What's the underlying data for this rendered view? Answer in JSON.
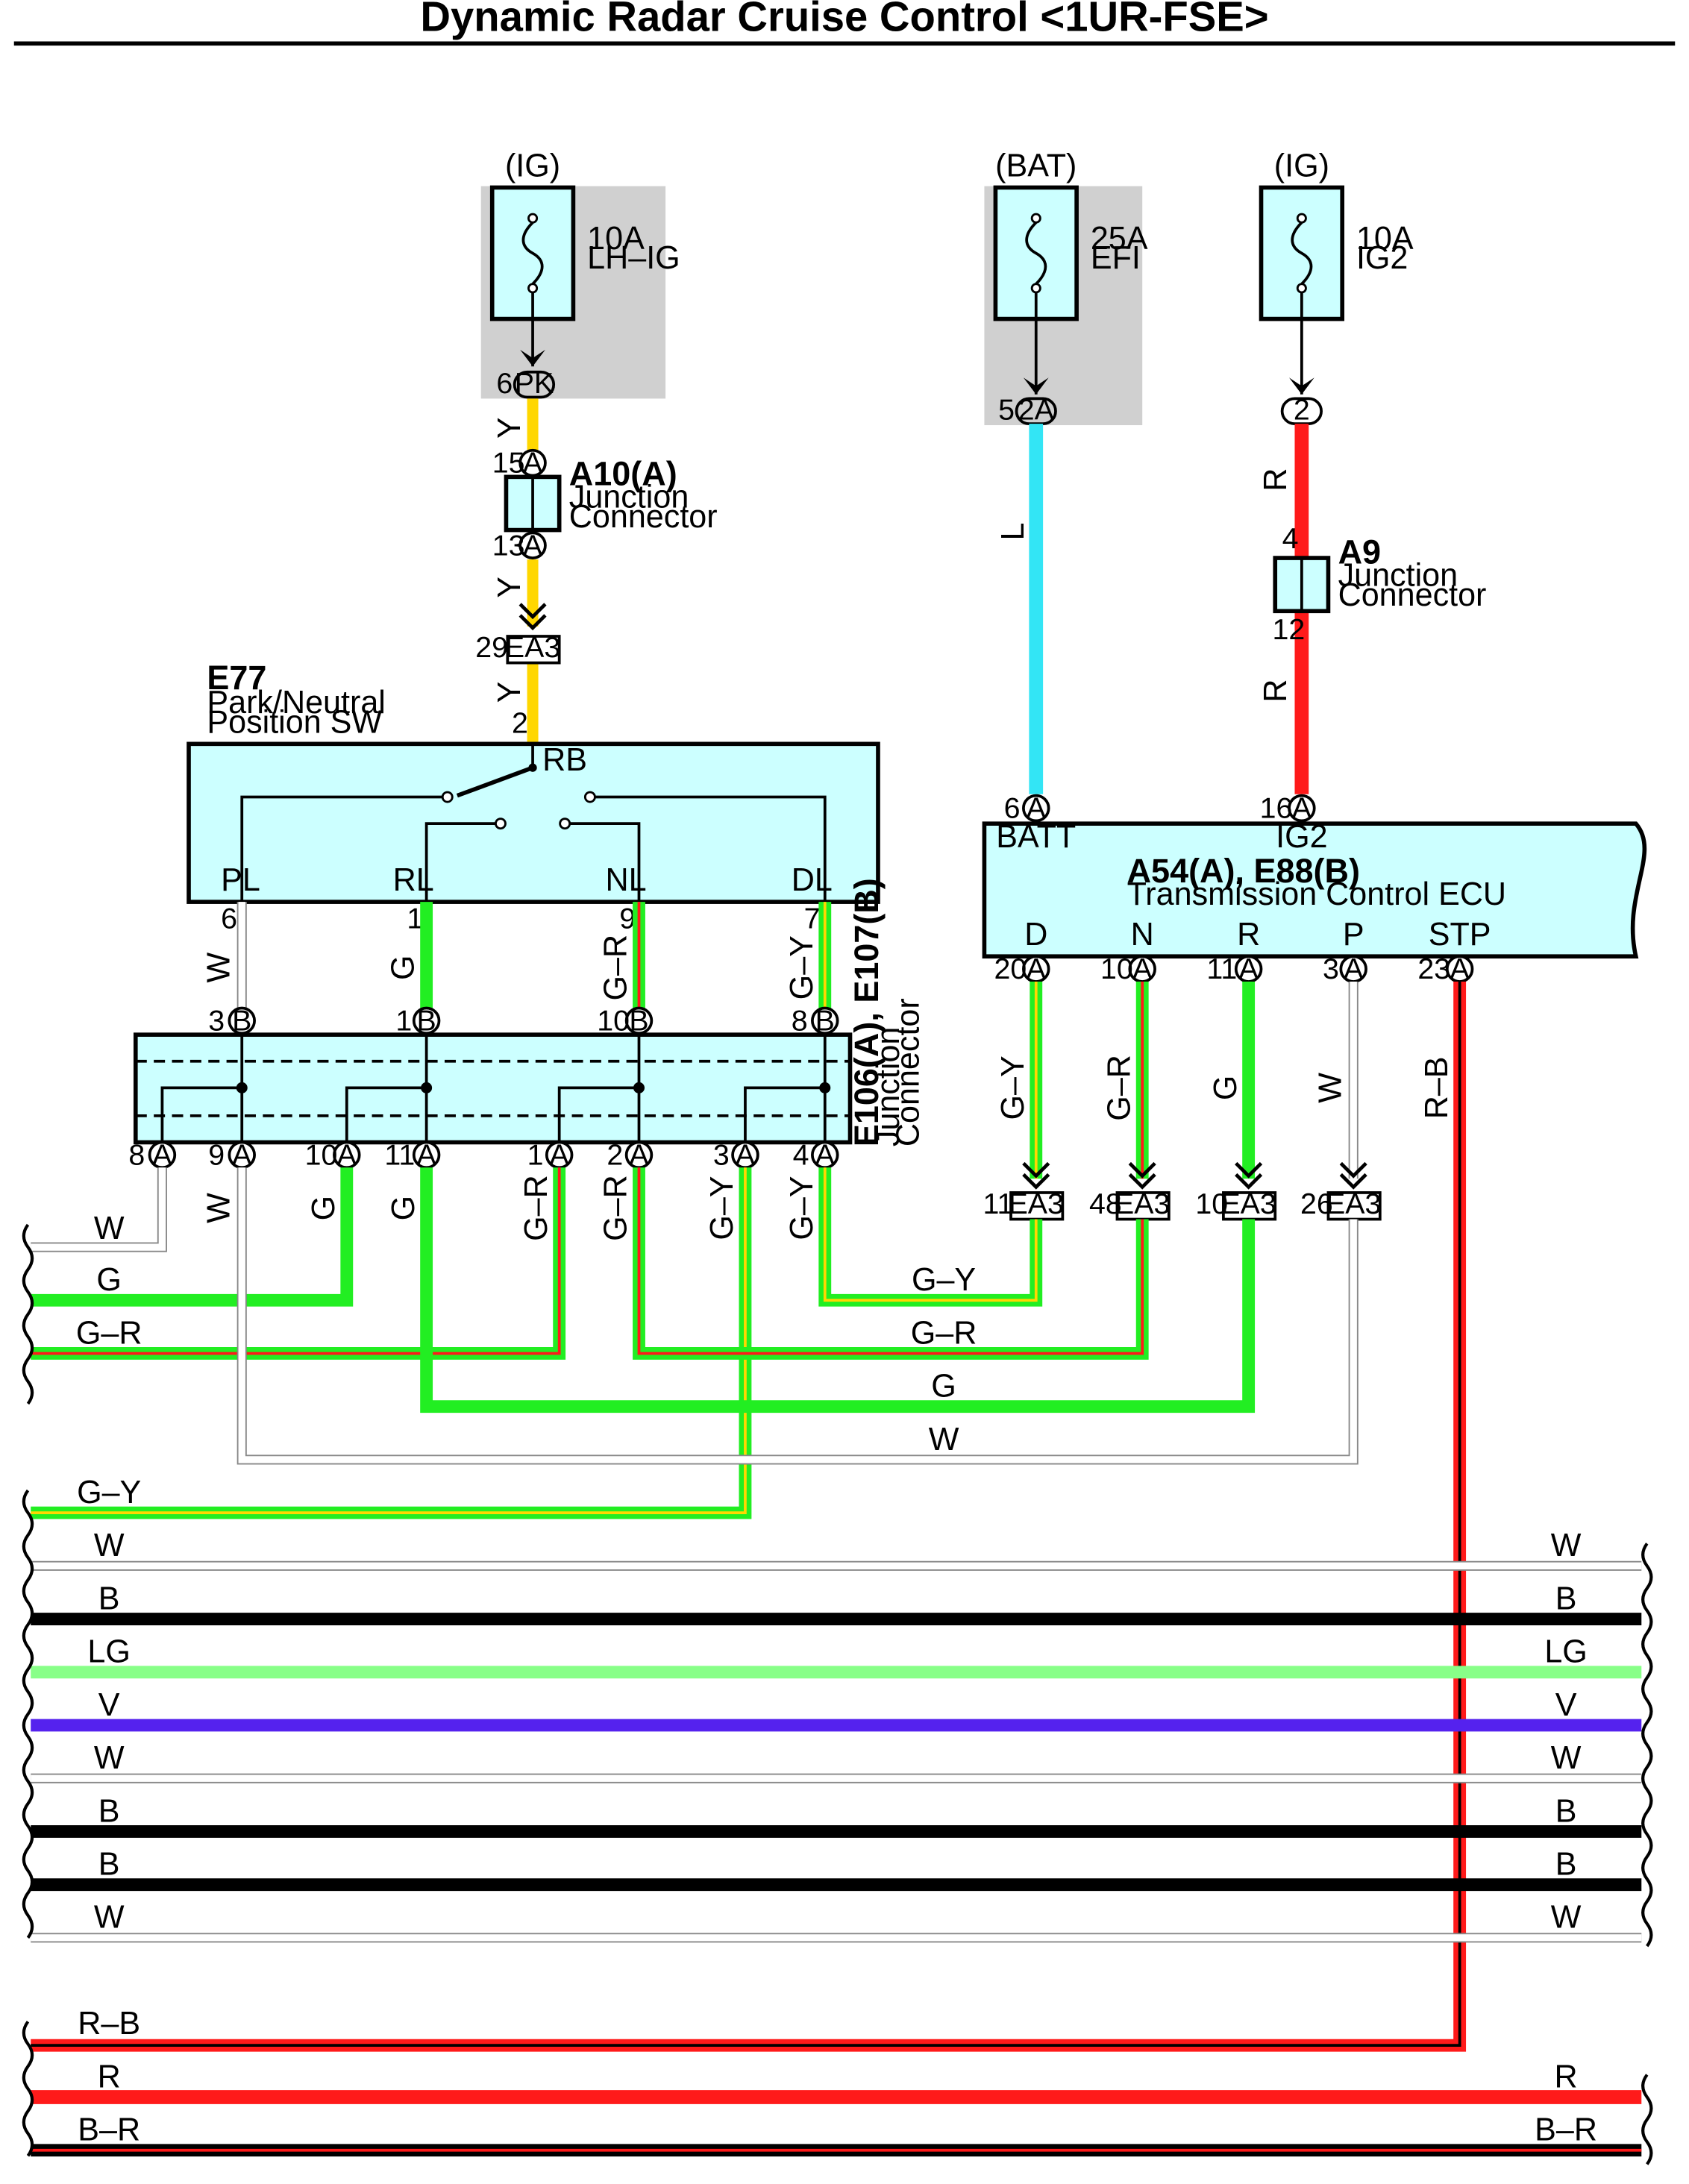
{
  "title": "Dynamic Radar Cruise Control <1UR-FSE>",
  "colors": {
    "Y": "#ffd700",
    "L": "#33e5f5",
    "R": "#ff1a1a",
    "G": "#22ee22",
    "GY_base": "#22ee22",
    "GY_stripe": "#ffd700",
    "GR_base": "#22ee22",
    "GR_stripe": "#ff1a1a",
    "RB_base": "#ff1a1a",
    "RB_stripe": "#000000",
    "BR_base": "#000000",
    "BR_stripe": "#ff1a1a",
    "W": "#ffffff",
    "B": "#000000",
    "LG": "#88ff88",
    "V": "#5522ee",
    "component_fill": "#ccffff",
    "fuse_area": "#d0d0d0"
  },
  "fuses": {
    "lhig": {
      "source": "(IG)",
      "amp": "10A",
      "name": "LH–IG",
      "conn": "PK",
      "pin": "6"
    },
    "efi": {
      "source": "(BAT)",
      "amp": "25A",
      "name": "EFI",
      "conn": "2A",
      "pin": "5"
    },
    "ig2": {
      "source": "(IG)",
      "amp": "10A",
      "name": "IG2",
      "conn": "2"
    }
  },
  "a10": {
    "id": "A10(A)",
    "line1": "Junction",
    "line2": "Connector",
    "pin_top": "15",
    "pin_bottom": "13",
    "conn": "A"
  },
  "a9": {
    "id": "A9",
    "line1": "Junction",
    "line2": "Connector",
    "pin_top": "4",
    "pin_bottom": "12"
  },
  "ea3_top": {
    "pin": "29",
    "label": "EA3"
  },
  "e77": {
    "id": "E77",
    "line1": "Park/Neutral",
    "line2": "Position SW",
    "pin_rb": "2",
    "label_rb": "RB",
    "terminals": [
      {
        "label": "PL",
        "pin": "6",
        "wire": "W"
      },
      {
        "label": "RL",
        "pin": "1",
        "wire": "G"
      },
      {
        "label": "NL",
        "pin": "9",
        "wire": "G–R"
      },
      {
        "label": "DL",
        "pin": "7",
        "wire": "G–Y"
      }
    ]
  },
  "ecu": {
    "id": "A54(A), E88(B)",
    "name": "Transmission Control ECU",
    "top_pins": [
      {
        "label": "BATT",
        "pin": "6",
        "conn": "A",
        "wire": "L"
      },
      {
        "label": "IG2",
        "pin": "16",
        "conn": "A",
        "wire": "R"
      }
    ],
    "bottom_pins": [
      {
        "label": "D",
        "pin": "20",
        "conn": "A",
        "wire": "G–Y",
        "ea3_pin": "11"
      },
      {
        "label": "N",
        "pin": "10",
        "conn": "A",
        "wire": "G–R",
        "ea3_pin": "48"
      },
      {
        "label": "R",
        "pin": "11",
        "conn": "A",
        "wire": "G",
        "ea3_pin": "10"
      },
      {
        "label": "P",
        "pin": "3",
        "conn": "A",
        "wire": "W",
        "ea3_pin": "26"
      },
      {
        "label": "STP",
        "pin": "23",
        "conn": "A",
        "wire": "R–B"
      }
    ],
    "ea3_label": "EA3"
  },
  "junction": {
    "id": "E106(A), E107(B)",
    "line1": "Junction",
    "line2": "Connector",
    "top_pins": [
      {
        "pin": "3",
        "conn": "B"
      },
      {
        "pin": "1",
        "conn": "B"
      },
      {
        "pin": "10",
        "conn": "B"
      },
      {
        "pin": "8",
        "conn": "B"
      }
    ],
    "bottom_pins": [
      {
        "pin": "8",
        "conn": "A"
      },
      {
        "pin": "9",
        "conn": "A",
        "wire": "W"
      },
      {
        "pin": "10",
        "conn": "A",
        "wire": "G"
      },
      {
        "pin": "11",
        "conn": "A",
        "wire": "G"
      },
      {
        "pin": "1",
        "conn": "A",
        "wire": "G–R"
      },
      {
        "pin": "2",
        "conn": "A",
        "wire": "G–R"
      },
      {
        "pin": "3",
        "conn": "A",
        "wire": "G–Y"
      },
      {
        "pin": "4",
        "conn": "A",
        "wire": "G–Y"
      }
    ]
  },
  "wire_labels": {
    "y": "Y",
    "l": "L",
    "r": "R",
    "w": "W",
    "g": "G",
    "gr": "G–R",
    "gy": "G–Y"
  },
  "routing_labels": [
    "G–Y",
    "G–R",
    "G",
    "W"
  ],
  "left_bus": [
    {
      "label": "W",
      "color": "W"
    },
    {
      "label": "G",
      "color": "G"
    },
    {
      "label": "G–R",
      "color": "GR"
    },
    {
      "label": "G–Y",
      "color": "GY"
    }
  ],
  "through_bus": [
    {
      "left": "W",
      "right": "W",
      "color": "W"
    },
    {
      "left": "B",
      "right": "B",
      "color": "B"
    },
    {
      "left": "LG",
      "right": "LG",
      "color": "LG"
    },
    {
      "left": "V",
      "right": "V",
      "color": "V"
    },
    {
      "left": "W",
      "right": "W",
      "color": "W"
    },
    {
      "left": "B",
      "right": "B",
      "color": "B"
    },
    {
      "left": "B",
      "right": "B",
      "color": "B"
    },
    {
      "left": "W",
      "right": "W",
      "color": "W"
    }
  ],
  "bottom_bus": [
    {
      "left": "R–B",
      "color": "RB"
    },
    {
      "left": "R",
      "right": "R",
      "color": "R"
    },
    {
      "left": "B–R",
      "right": "B–R",
      "color": "BR"
    }
  ]
}
